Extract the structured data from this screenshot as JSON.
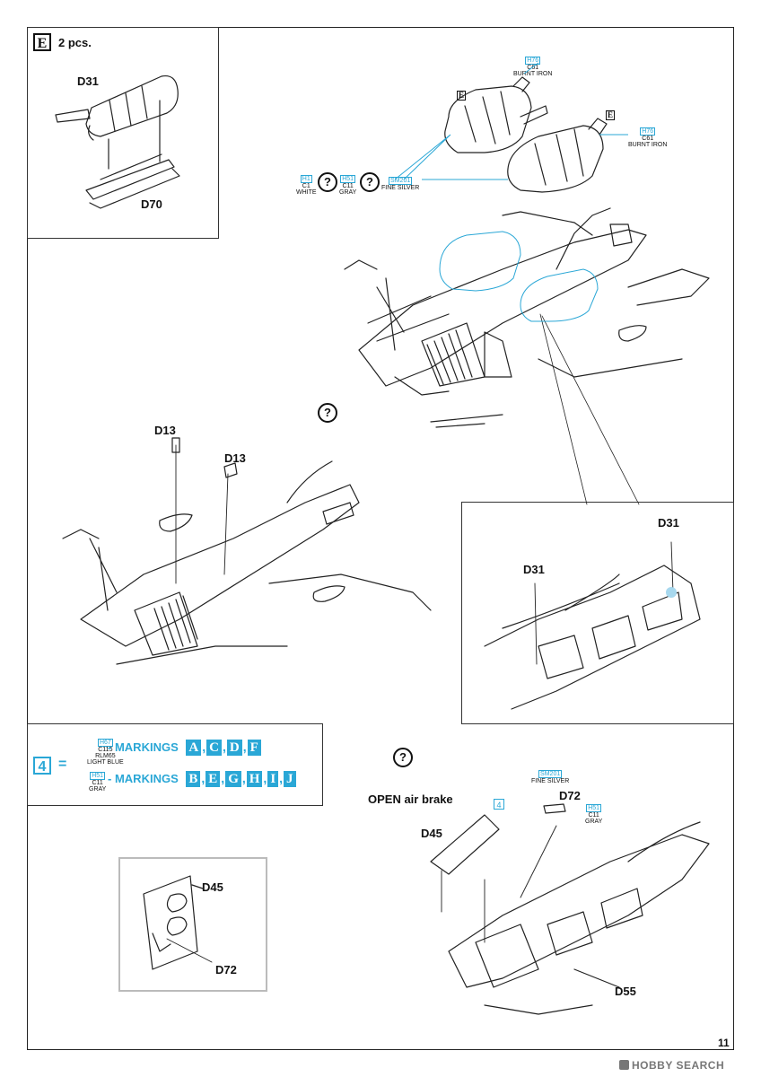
{
  "page_number": "11",
  "watermark": "HOBBY SEARCH",
  "inset_e": {
    "badge": "E",
    "qty": "2 pcs.",
    "parts": [
      "D31",
      "D70"
    ]
  },
  "step_e_icons": [
    "E",
    "E"
  ],
  "paints": {
    "h76_top": {
      "code": "H76",
      "c": "C61",
      "name": "BURNT IRON"
    },
    "h76_right": {
      "code": "H76",
      "c": "C61",
      "name": "BURNT IRON"
    },
    "h1": {
      "code": "H1",
      "c": "C1",
      "name": "WHITE"
    },
    "h51": {
      "code": "H51",
      "c": "C11",
      "name": "GRAY"
    },
    "sm201_top": {
      "code": "SM201",
      "name": "FINE SILVER"
    },
    "sm201_bottom": {
      "code": "SM201",
      "name": "FINE SILVER"
    },
    "h51_bottom": {
      "code": "H51",
      "c": "C11",
      "name": "GRAY"
    }
  },
  "middle_parts": [
    "D13",
    "D13"
  ],
  "detail_parts": [
    "D31",
    "D31"
  ],
  "legend": {
    "number": "4",
    "equals": "=",
    "row1": {
      "code": "H67",
      "c": "C115",
      "name1": "RLM65",
      "name2": "LIGHT BLUE",
      "dash": "-",
      "text": "MARKINGS",
      "letters": [
        "A",
        "C",
        "D",
        "F"
      ]
    },
    "row2": {
      "code": "H51",
      "c": "C11",
      "name1": "GRAY",
      "dash": "-",
      "text": "MARKINGS",
      "letters": [
        "B",
        "E",
        "G",
        "H",
        "I",
        "J"
      ]
    }
  },
  "bottom": {
    "title": "OPEN air brake",
    "callout": "4",
    "parts": {
      "d45": "D45",
      "d72": "D72",
      "d55": "D55"
    },
    "inset_parts": {
      "d45": "D45",
      "d72": "D72"
    }
  },
  "question_mark": "?"
}
